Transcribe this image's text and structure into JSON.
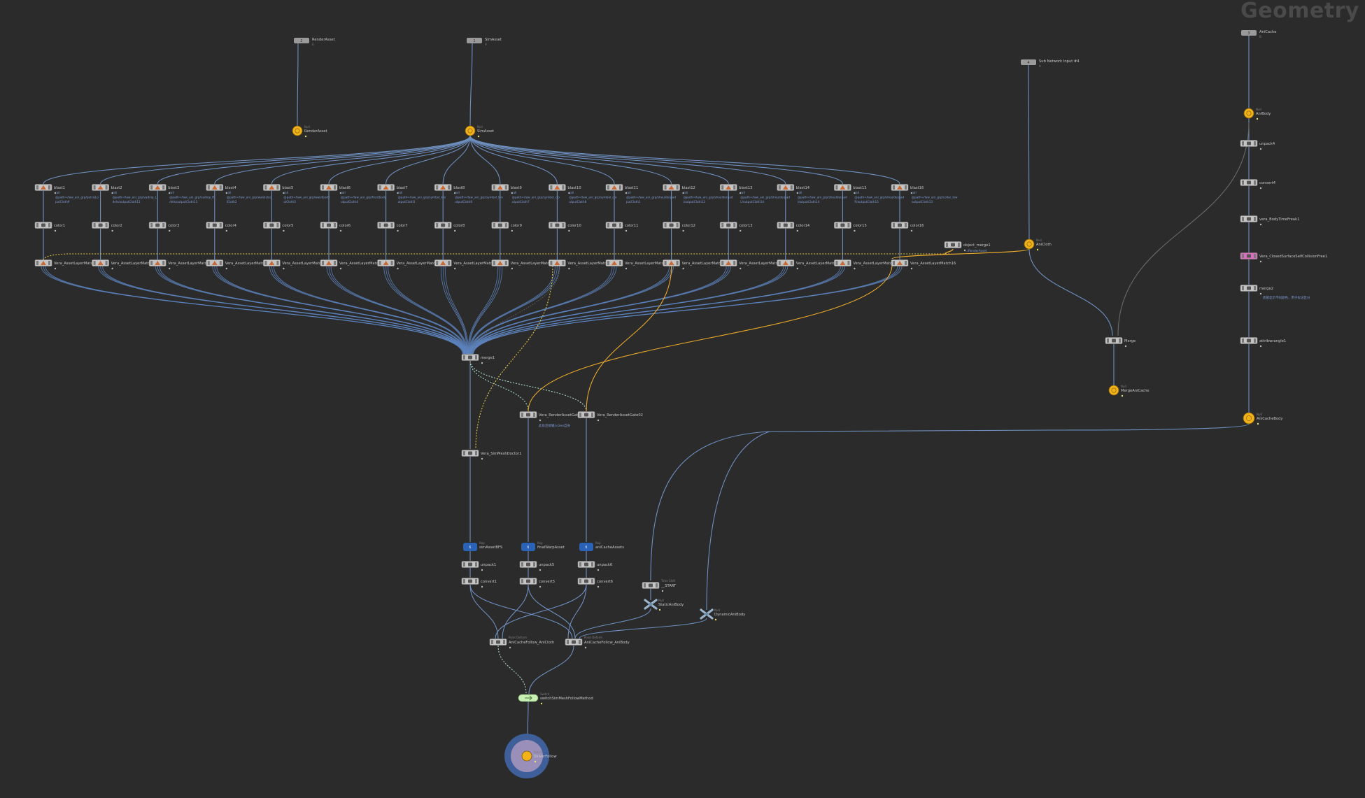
{
  "network": {
    "context_title": "Geometry",
    "colors": {
      "background": "#2b2b2b",
      "wire": "#6e8fbf",
      "wire_bundle": "#5f87c4",
      "wire_gray": "#6a6a6a",
      "wire_yellow": "#e8a92a",
      "wire_dotted_yellow": "#e6c446",
      "wire_dotted_cyan": "#a9d6c8",
      "node_body": "#c4c4c4",
      "null_node": "#f1b21a",
      "rop_node": "#2a62b8",
      "pink_node": "#d76fba",
      "switch_node": "#c8f0b4",
      "solver_node": "#9a8fb8",
      "label": "#c6c6c6",
      "sublabel": "#7e7e7e",
      "param_text": "#7d9cd3"
    }
  },
  "nodes": {
    "in_renderasset": {
      "label": "RenderAsset",
      "sub": "E",
      "badge": "2"
    },
    "in_simasset": {
      "label": "SimAsset",
      "sub": "V",
      "badge": "1"
    },
    "in_subnet4": {
      "label": "Sub Network Input #4",
      "sub": "A",
      "badge": "4"
    },
    "in_anicache": {
      "label": "AniCache",
      "sub": "B",
      "badge": "3"
    },
    "null_renderasset": {
      "label": "RenderAsset",
      "sub": "Null"
    },
    "null_simasset": {
      "label": "SimAsset",
      "sub": "Null"
    },
    "null_anibody": {
      "label": "AniBody",
      "sub": "Null"
    },
    "null_anicloth": {
      "label": "AniCloth",
      "sub": "Null"
    },
    "unpack4": {
      "label": "unpack4"
    },
    "convert4": {
      "label": "convert4"
    },
    "vera_body_trim": {
      "label": "vera_BodyTimeFreak1"
    },
    "vera_closed_surface": {
      "label": "Vera_ClosedSurfaceSelfCollisionFree1"
    },
    "merge2": {
      "label": "merge2",
      "note": "底部显示不同颜色，用于标记区分"
    },
    "attribwrangle1": {
      "label": "attribwrangle1"
    },
    "merge_node": {
      "label": "Merge"
    },
    "null_merge_anicache": {
      "label": "MergeAniCache",
      "sub": "Null"
    },
    "null_anicache_body": {
      "label": "AniCacheBody",
      "sub": "Null"
    },
    "object_merge1": {
      "label": "object_merge1",
      "path": "../RenderAsset"
    },
    "merge1": {
      "label": "merge1"
    },
    "vera_render_gate01": {
      "label": "Vera_RenderAssetGate01",
      "note": "此处连接输入Geo自身"
    },
    "vera_render_gate02": {
      "label": "Vera_RenderAssetGate02"
    },
    "vera_simmesh_doctor": {
      "label": "Vera_SimMeshDoctor1"
    },
    "rop_simasset": {
      "label": "simAssetBFS",
      "sub": "Rop"
    },
    "rop_final_warp": {
      "label": "finalWarpAsset",
      "sub": "Rop"
    },
    "rop_anicache_assets": {
      "label": "aniCacheAssets",
      "sub": "Rop"
    },
    "unpack1": {
      "label": "unpack1"
    },
    "unpack5": {
      "label": "unpack5"
    },
    "unpack6": {
      "label": "unpack6"
    },
    "convert1": {
      "label": "convert1"
    },
    "convert5": {
      "label": "convert5"
    },
    "convert6": {
      "label": "convert6"
    },
    "timeshift_start": {
      "label": "__START",
      "sub": "Time Shift"
    },
    "static_anibody": {
      "label": "StaticAniBody",
      "sub": "Null"
    },
    "dynamic_anibody": {
      "label": "DynamicAniBody",
      "sub": "Null"
    },
    "follow_anicloth": {
      "label": "AniCacheFollow_AniCloth",
      "sub": "Point Deform"
    },
    "follow_anibody": {
      "label": "AniCacheFollow_AniBody",
      "sub": "Point Deform"
    },
    "switch_method": {
      "label": "switchSimMeshFollowMethod",
      "sub": "Switch"
    },
    "solver_follow": {
      "label": "SolverFollow",
      "sub": "Solver"
    }
  },
  "columns": [
    {
      "blast": "blast1",
      "blast_params": [
        "rall",
        "@path=/law_ani_grp/pelvisLo",
        "potCloth9"
      ],
      "color": "color1",
      "layer": "Vera_AssetLayerMatch"
    },
    {
      "blast": "blast2",
      "blast_params": [
        "rall",
        "@path=/law_ani_grp/vadnip_L",
        "dels/outputCloth11"
      ],
      "color": "color2",
      "layer": "Vera_AssetLayerMatch"
    },
    {
      "blast": "blast3",
      "blast_params": [
        "rall",
        "@path=/law_ani_grp/vadnip_R",
        "dels/outputCloth11"
      ],
      "color": "color3",
      "layer": "Vera_AssetLayerMatch"
    },
    {
      "blast": "blast4",
      "blast_params": [
        "rall",
        "@path=/law_ani_grp/waistcloc",
        "lCloth2"
      ],
      "color": "color4",
      "layer": "Vera_AssetLayerMatch"
    },
    {
      "blast": "blast5",
      "blast_params": [
        "rall",
        "@path=/law_ani_grp/waistbody",
        "ulCloth3"
      ],
      "color": "color5",
      "layer": "Vera_AssetLayerMatch"
    },
    {
      "blast": "blast6",
      "blast_params": [
        "rall",
        "@path=/law_ani_grp/frontbody",
        "utputCloth4"
      ],
      "color": "color6",
      "layer": "Vera_AssetLayerMatch"
    },
    {
      "blast": "blast7",
      "blast_params": [
        "rall",
        "@path=/law_ani_grp/symbol_kro",
        "utputCloth5"
      ],
      "color": "color7",
      "layer": "Vera_AssetLayerMatch"
    },
    {
      "blast": "blast8",
      "blast_params": [
        "rall",
        "@path=/law_ani_grp/symbol_kro",
        "utputCloth6"
      ],
      "color": "color8",
      "layer": "Vera_AssetLayerMatch"
    },
    {
      "blast": "blast9",
      "blast_params": [
        "rall",
        "@path=/law_ani_grp/symbol_clo",
        "utputCloth7"
      ],
      "color": "color9",
      "layer": "Vera_AssetLayerMatch"
    },
    {
      "blast": "blast10",
      "blast_params": [
        "rall",
        "@path=/law_ani_grp/symbol_clo",
        "utputCloth8"
      ],
      "color": "color10",
      "layer": "Vera_AssetLayerMatch"
    },
    {
      "blast": "blast11",
      "blast_params": [
        "rall",
        "@path=/law_ani_grp/shoulderpad",
        "putCloth1"
      ],
      "color": "color11",
      "layer": "Vera_AssetLayerMatch"
    },
    {
      "blast": "blast12",
      "blast_params": [
        "rall",
        "@path=/law_ani_grp/shoulderpad",
        "/outputCloth12"
      ],
      "color": "color12",
      "layer": "Vera_AssetLayerMatch"
    },
    {
      "blast": "blast13",
      "blast_params": [
        "rall",
        "@path=/law_ani_grp/shoulderpad",
        "L/outputCloth14"
      ],
      "color": "color13",
      "layer": "Vera_AssetLayerMatch"
    },
    {
      "blast": "blast14",
      "blast_params": [
        "rall",
        "@path=/law_ani_grp/shoulderpad",
        "/outputCloth14"
      ],
      "color": "color14",
      "layer": "Vera_AssetLayerMatch"
    },
    {
      "blast": "blast15",
      "blast_params": [
        "rall",
        "@path=/law_ani_grp/shoulderpad",
        "R/outputCloth15"
      ],
      "color": "color15",
      "layer": "Vera_AssetLayerMatch"
    },
    {
      "blast": "blast16",
      "blast_params": [
        "rall",
        "@path=/law_ani_grp/collar_low",
        "outputCloth13"
      ],
      "color": "color16",
      "layer": "Vera_AssetLayerMatch16"
    }
  ]
}
